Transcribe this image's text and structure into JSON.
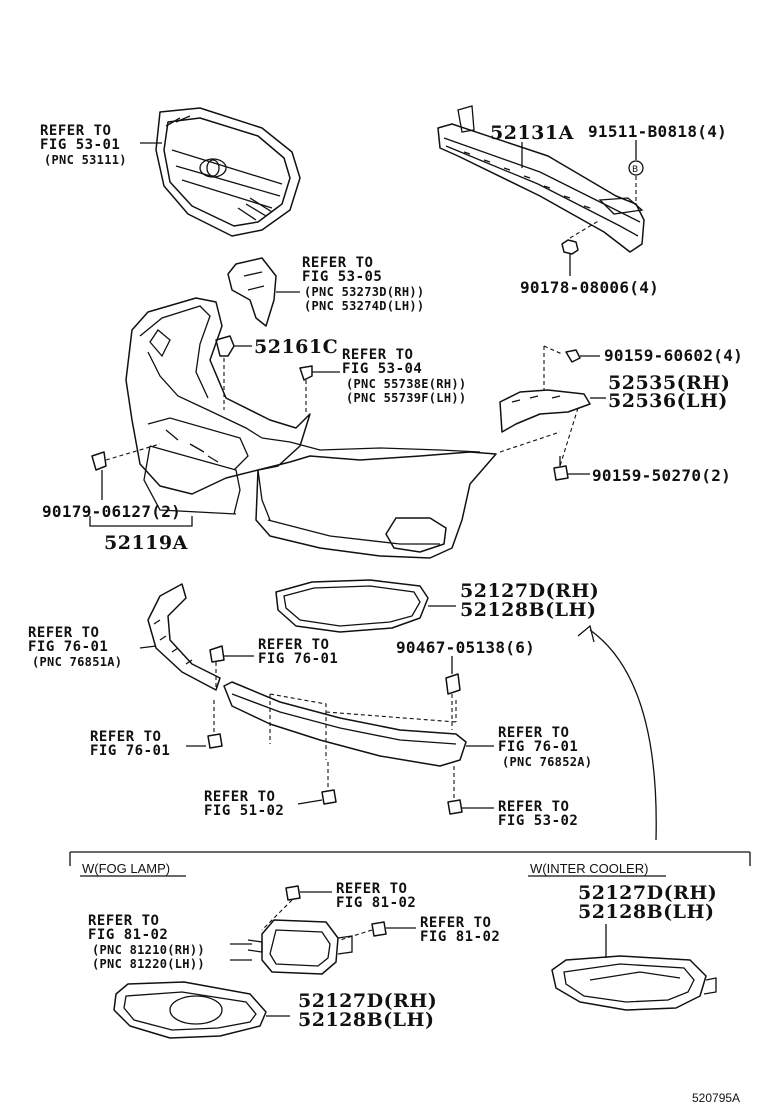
{
  "callouts": {
    "grille_ref": {
      "l1": "REFER TO",
      "l2": "FIG 53-01",
      "l3": "(PNC 53111)"
    },
    "reinf_part": "52131A",
    "bolt_top": "91511-B0818(4)",
    "nut_top": "90178-08006(4)",
    "support_ref": {
      "l1": "REFER TO",
      "l2": "FIG 53-05",
      "l3": "(PNC 53273D(RH))",
      "l4": "(PNC 53274D(LH))"
    },
    "retainer_part": "52161C",
    "fender_ref": {
      "l1": "REFER TO",
      "l2": "FIG 53-04",
      "l3": "(PNC 55738E(RH))",
      "l4": "(PNC 55739F(LH))"
    },
    "screw_side": "90159-60602(4)",
    "bracket_rh": "52535(RH)",
    "bracket_lh": "52536(LH)",
    "screw_low": "90159-50270(2)",
    "clip_left": "90179-06127(2)",
    "bumper_part": "52119A",
    "cover_rh": "52127D(RH)",
    "cover_lh": "52128B(LH)",
    "spoiler_ref_a": {
      "l1": "REFER TO",
      "l2": "FIG 76-01",
      "l3": "(PNC 76851A)"
    },
    "spoiler_clip_ref": {
      "l1": "REFER TO",
      "l2": "FIG 76-01"
    },
    "clip_mid": "90467-05138(6)",
    "spoiler_bolt_ref": {
      "l1": "REFER TO",
      "l2": "FIG 76-01"
    },
    "spoiler_ref_b": {
      "l1": "REFER TO",
      "l2": "FIG 76-01",
      "l3": "(PNC 76852A)"
    },
    "bolt_51_ref": {
      "l1": "REFER TO",
      "l2": "FIG 51-02"
    },
    "bolt_53_ref": {
      "l1": "REFER TO",
      "l2": "FIG 53-02"
    }
  },
  "fog_section": {
    "title": "W(FOG LAMP)",
    "screw_ref_a": {
      "l1": "REFER TO",
      "l2": "FIG 81-02"
    },
    "screw_ref_b": {
      "l1": "REFER TO",
      "l2": "FIG 81-02"
    },
    "lamp_ref": {
      "l1": "REFER TO",
      "l2": "FIG 81-02",
      "l3": "(PNC 81210(RH))",
      "l4": "(PNC 81220(LH))"
    },
    "cover_rh": "52127D(RH)",
    "cover_lh": "52128B(LH)"
  },
  "cooler_section": {
    "title": "W(INTER COOLER)",
    "cover_rh": "52127D(RH)",
    "cover_lh": "52128B(LH)"
  },
  "illustration_code": "520795A"
}
